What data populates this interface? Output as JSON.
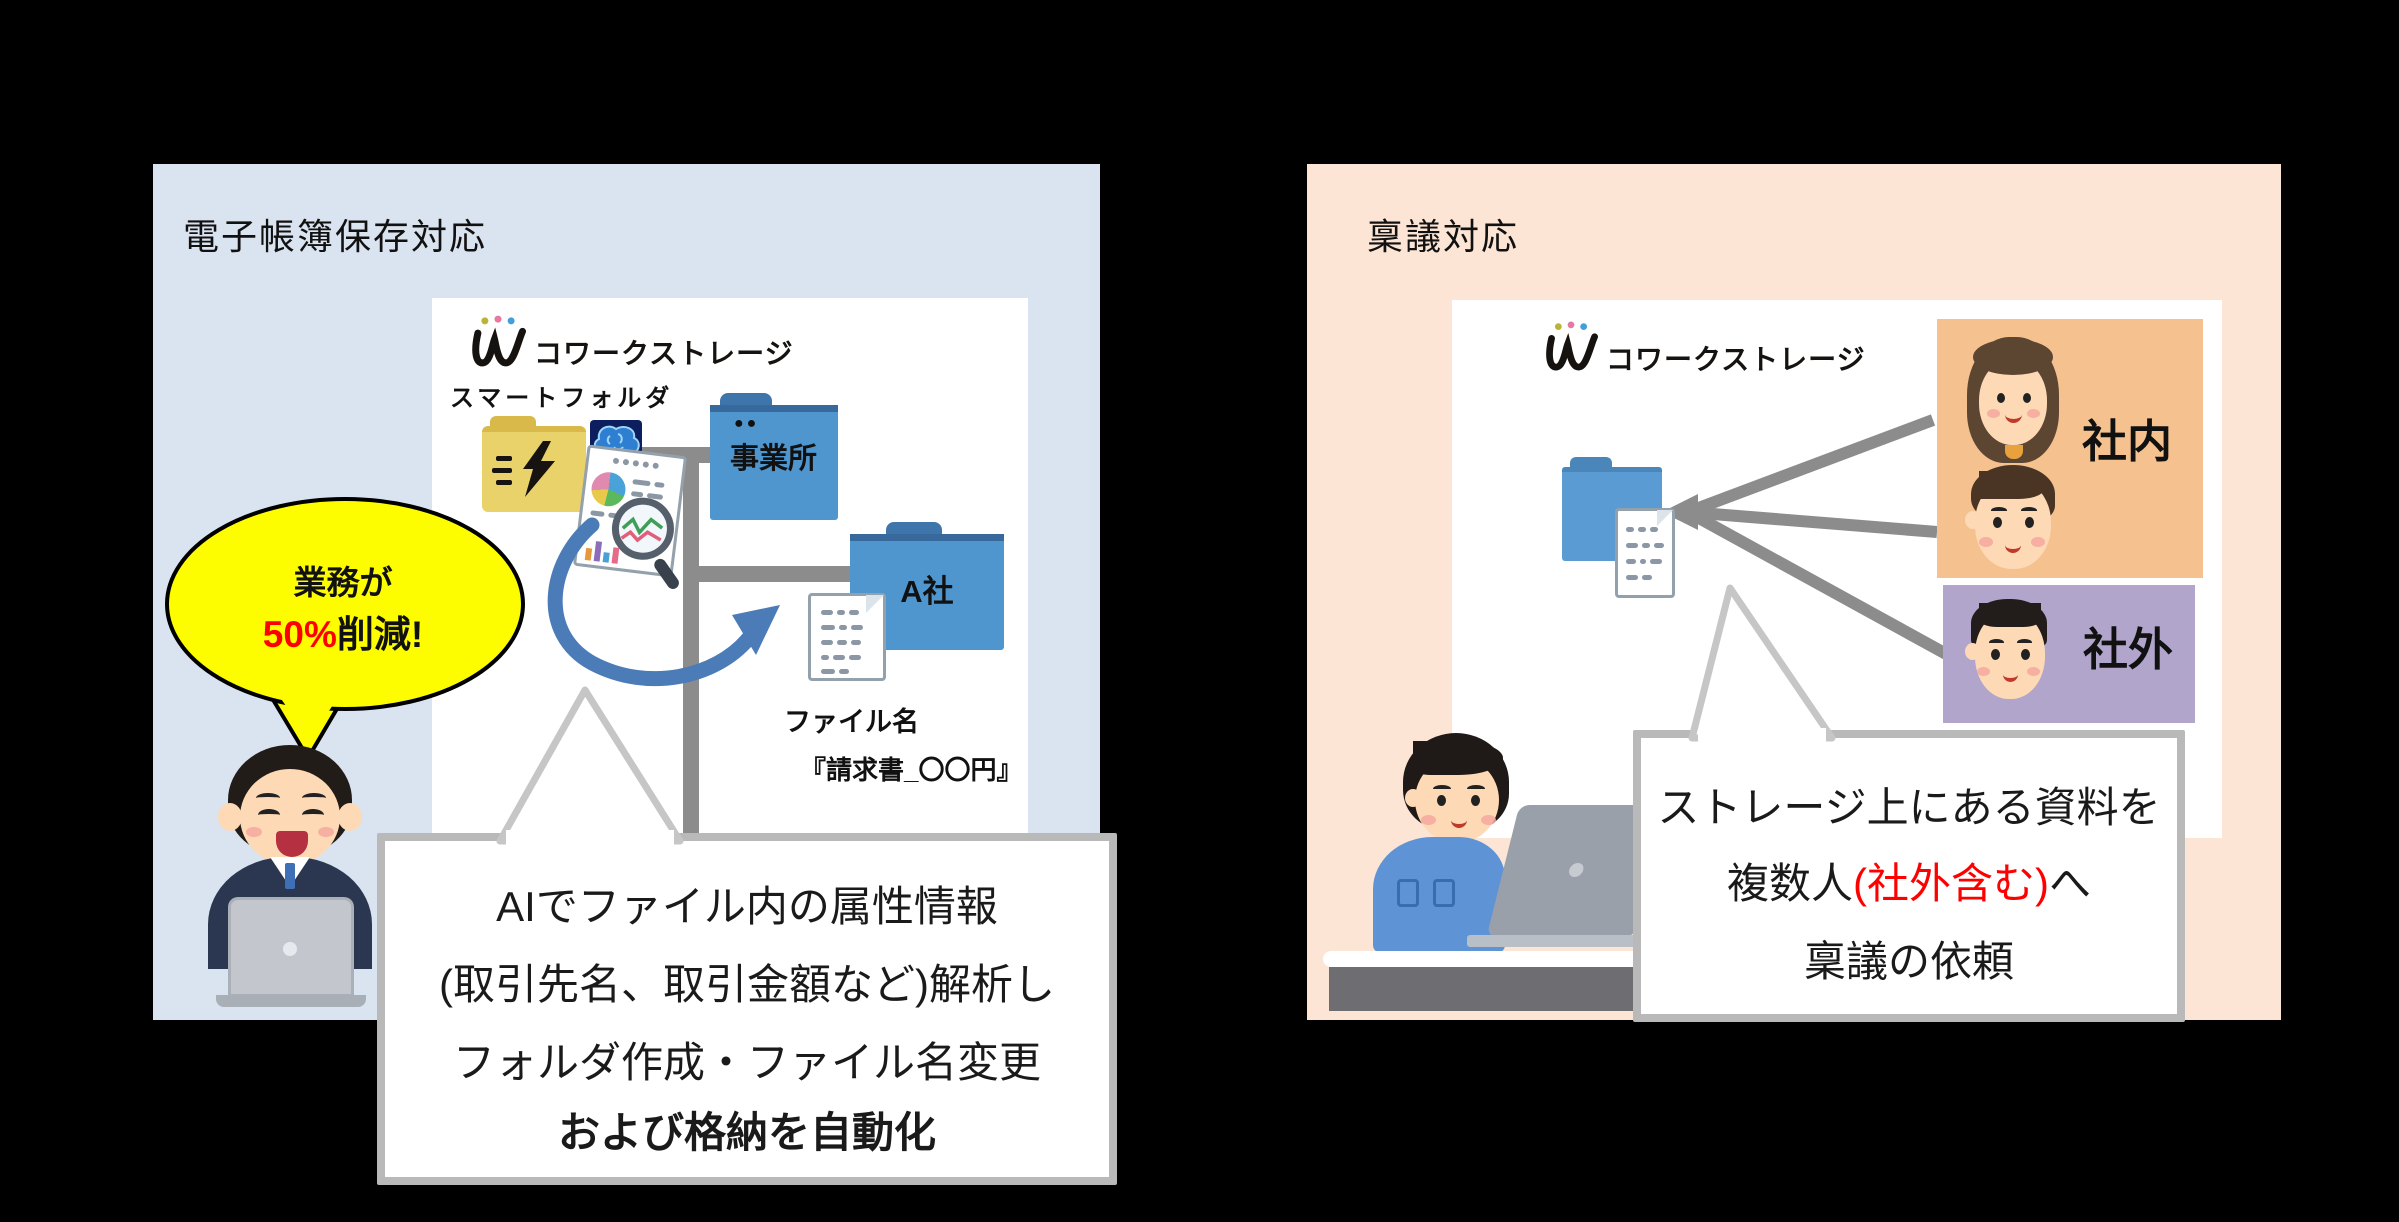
{
  "left_panel": {
    "title": "電子帳簿保存対応",
    "logo_text": "コワークストレージ",
    "smart_folder_label": "スマートフォルダ",
    "office_folder": {
      "dots": "●●",
      "label": "事業所"
    },
    "company_folder": {
      "label": "A社"
    },
    "file_caption_title": "ファイル名",
    "file_caption_name": "『請求書_〇〇円』",
    "bubble": {
      "line1": "業務が",
      "percent": "50%",
      "rest": "削減!"
    },
    "callout_lines": [
      "AIでファイル内の属性情報",
      "(取引先名、取引金額など)解析し",
      "フォルダ作成・ファイル名変更",
      "および格納を自動化"
    ]
  },
  "right_panel": {
    "title": "稟議対応",
    "logo_text": "コワークストレージ",
    "internal_label": "社内",
    "external_label": "社外",
    "callout": {
      "line1": "ストレージ上にある資料を",
      "line2_prefix": "複数人",
      "line2_red": "(社外含む)",
      "line2_suffix": "へ",
      "line3": "稟議の依頼"
    }
  },
  "icons": {
    "logo_mark": "w-script-mark-with-three-dots",
    "smart_folder": "yellow-lightning-folder",
    "ai_chip": "brain-chip",
    "analysis": "document-with-charts-and-magnifier",
    "blue_folder": "folder",
    "document": "text-file",
    "speech_bubble": "ellipse-balloon",
    "flow_arrow": "curved-blue-arrow",
    "fanout_arrow": "three-line-left-arrow",
    "people": "worker-avatars"
  },
  "colors": {
    "background": "#000000",
    "left_panel_bg": "#dae3f0",
    "right_panel_bg": "#fce5d5",
    "bubble_yellow": "#fdfd00",
    "alert_red": "#ff0000",
    "folder_blue": "#4f96ce",
    "internal_box_orange": "#f5c28f",
    "external_box_purple": "#b1a5cc",
    "connector_gray": "#8c8c8c",
    "callout_border_gray": "#b9b9b9",
    "arrow_blue": "#4b7cb8"
  }
}
